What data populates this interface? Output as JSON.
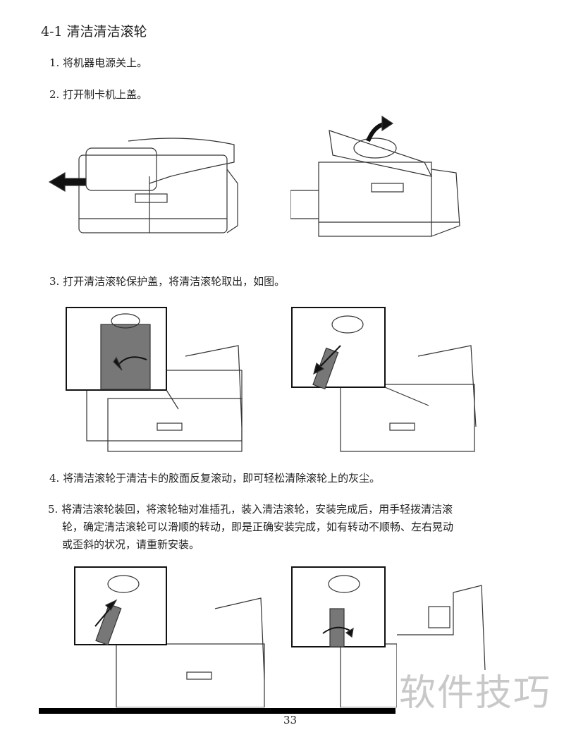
{
  "section_title": "4-1  清洁清洁滚轮",
  "steps": [
    "1. 将机器电源关上。",
    "2. 打开制卡机上盖。",
    "3.  打开清洁滚轮保护盖，将清洁滚轮取出，如图。",
    "4.  将清洁滚轮于清洁卡的胶面反复滚动，即可轻松清除滚轮上的灰尘。",
    "5. 将清洁滚轮装回，将滚轮轴对准插孔，装入清洁滚轮，安装完成后，用手轻拨清洁滚",
    "轮，确定清洁滚轮可以滑顺的转动，即是正确安装完成，如有转动不顺畅、左右晃动",
    "或歪斜的状况，请重新安装。"
  ],
  "page_number": "33",
  "watermark": "软件技巧"
}
